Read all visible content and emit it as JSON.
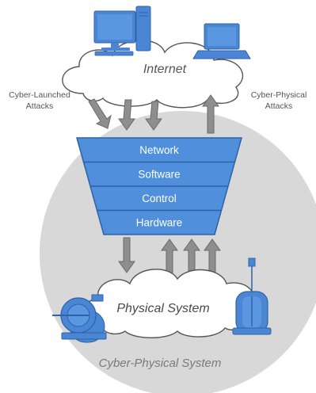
{
  "labels": {
    "internet": "Internet",
    "cyber_launched_line1": "Cyber-Launched",
    "cyber_launched_line2": "Attacks",
    "cyber_physical_line1": "Cyber-Physical",
    "cyber_physical_line2": "Attacks",
    "physical_system": "Physical System",
    "cyber_physical_system": "Cyber-Physical System"
  },
  "layers": [
    "Network",
    "Software",
    "Control",
    "Hardware"
  ],
  "colors": {
    "blue": "#4a86d4",
    "blue_dark": "#2f63a8",
    "layer_fill": "#4f8fdc",
    "layer_line": "#2e62a6",
    "big_circle": "#d6d6d6",
    "cloud_fill": "#ffffff",
    "cloud_stroke": "#555555",
    "arrow_fill": "#8e8e8e",
    "arrow_stroke": "#6a6a6a"
  },
  "icons": [
    "desktop-computer-icon",
    "laptop-icon",
    "motor-pump-icon",
    "tank-sensor-icon"
  ]
}
